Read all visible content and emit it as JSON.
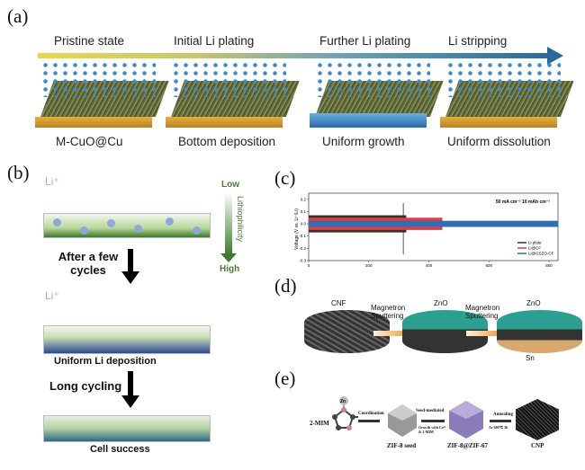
{
  "panel_a": {
    "label": "(a)",
    "stages": [
      "Pristine state",
      "Initial Li plating",
      "Further Li plating",
      "Li stripping"
    ],
    "captions": [
      "M-CuO@Cu",
      "Bottom deposition",
      "Uniform growth",
      "Uniform dissolution"
    ]
  },
  "panel_b": {
    "label": "(b)",
    "li_label": "Li⁺",
    "li_label2": "Li⁺",
    "low": "Low",
    "high": "High",
    "gradient_label": "Lithiophilicity",
    "step1": "After a few cycles",
    "caption1": "Uniform Li deposition",
    "step2": "Long cycling",
    "caption2": "Cell success"
  },
  "panel_c": {
    "label": "(c)"
  },
  "panel_d": {
    "label": "(d)",
    "cnf": "CNF",
    "zno1": "ZnO",
    "zno2": "ZnO",
    "sn": "Sn",
    "step1": "Magnetron Sputtering",
    "step2": "Magnetron Sputtering"
  },
  "panel_e": {
    "label": "(e)",
    "mim": "2-MIM",
    "zn": "Zn",
    "step1": "Coordination",
    "step2": "Seed-mediated",
    "step2_sub": "Growth with Co²⁺ & 2-MIM",
    "step3": "Annealing",
    "step3_sub": "Ar 600℃ 3h",
    "seed": "ZIF-8 seed",
    "core": "ZIF-8@ZIF-67",
    "cnp": "CNP"
  },
  "chart_data": {
    "type": "line",
    "title": "",
    "annotation": "50 mA cm⁻²  10 mAh cm⁻²",
    "ylabel": "Voltage (V vs. Li⁺/Li)",
    "xlabel": "",
    "xlim": [
      0,
      830
    ],
    "ylim": [
      -0.3,
      0.25
    ],
    "xticks": [
      0,
      200,
      400,
      600,
      800
    ],
    "yticks": [
      -0.3,
      -0.2,
      -0.1,
      0.0,
      0.1,
      0.2
    ],
    "legend_position": "bottom-right",
    "series": [
      {
        "name": "Li plate",
        "color": "#333333",
        "x_end": 325,
        "amplitude": 0.07,
        "spike": [
          -0.25,
          0.17
        ],
        "spike_x": 315
      },
      {
        "name": "Li@CF",
        "color": "#e83a3a",
        "x_end": 445,
        "amplitude": 0.05
      },
      {
        "name": "Li@GSZO-CF",
        "color": "#2f6db5",
        "x_end": 830,
        "amplitude": 0.025
      }
    ]
  },
  "colors": {
    "li_ion": "#8fa8dc",
    "zno": "#2aa090",
    "zif67": "#a89ad0"
  }
}
